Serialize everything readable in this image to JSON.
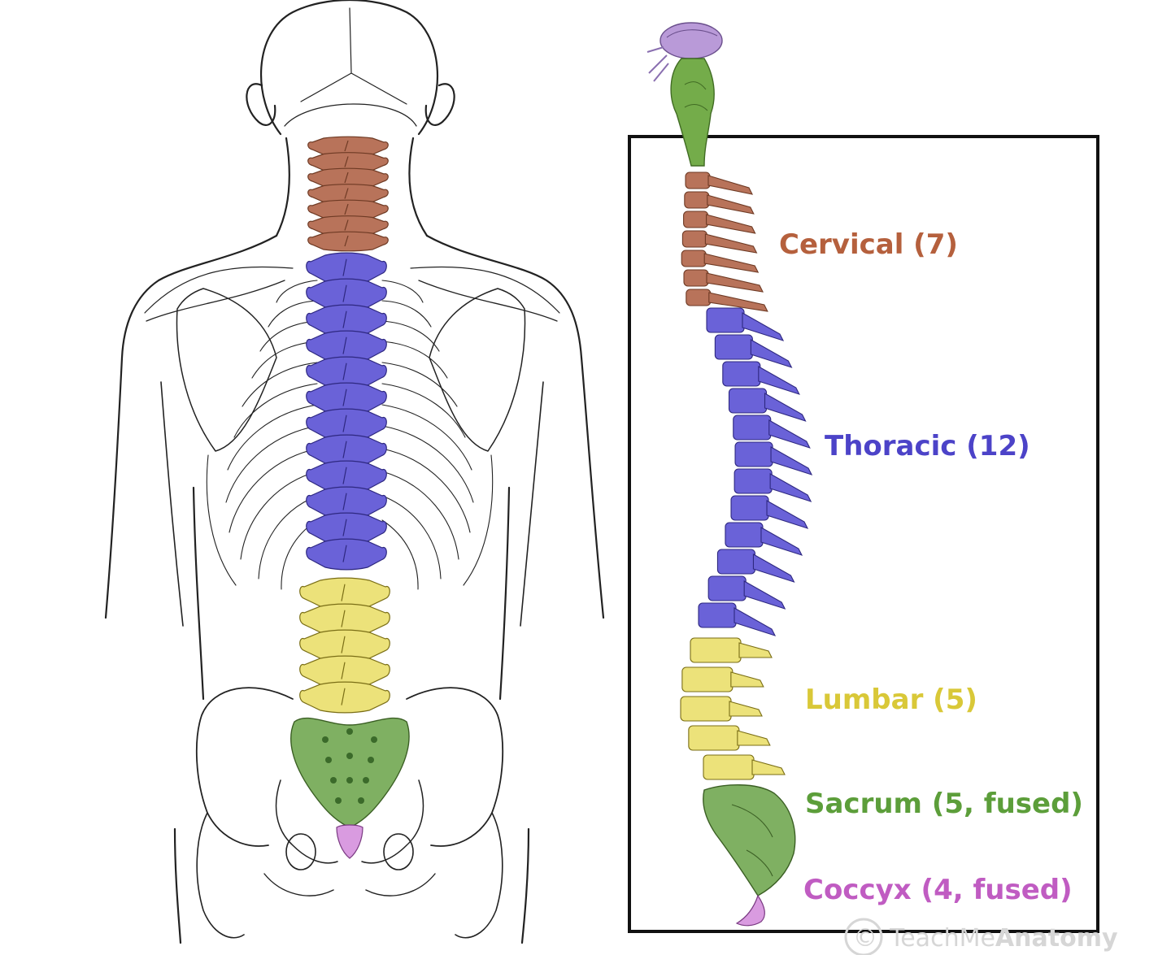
{
  "regions": [
    {
      "id": "cervical",
      "label": "Cervical (7)",
      "color": "#b5603d"
    },
    {
      "id": "thoracic",
      "label": "Thoracic (12)",
      "color": "#4c43c8"
    },
    {
      "id": "lumbar",
      "label": "Lumbar (5)",
      "color": "#d9c838"
    },
    {
      "id": "sacrum",
      "label": "Sacrum (5, fused)",
      "color": "#5c9e3a"
    },
    {
      "id": "coccyx",
      "label": "Coccyx (4, fused)",
      "color": "#c05cc2"
    }
  ],
  "fills": {
    "cervical": "#b8735a",
    "thoracic": "#6a62d8",
    "lumbar": "#ece27a",
    "sacrum": "#7fb062",
    "coccyx": "#d99be0",
    "brainstem": "#74ac4a",
    "cerebellum": "#b99ad8"
  },
  "watermark": {
    "symbol": "©",
    "text_light": "TeachMe",
    "text_bold": "Anatomy"
  }
}
